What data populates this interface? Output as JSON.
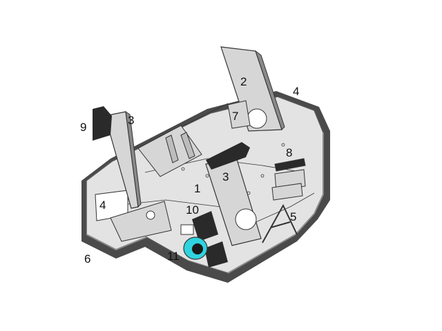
{
  "diagram": {
    "colors": {
      "plate": "#e3e3e3",
      "plate_edge": "#555555",
      "rim": "#4a4a4a",
      "rim_top": "#8a8a8a",
      "panel": "#d6d6d6",
      "dark_part": "#2a2a2a",
      "accent_cyan": "#2fd3df",
      "line": "#333333"
    },
    "labels": [
      {
        "id": "label-1",
        "text": "1"
      },
      {
        "id": "label-2",
        "text": "2"
      },
      {
        "id": "label-3-left",
        "text": "3"
      },
      {
        "id": "label-3-center",
        "text": "3"
      },
      {
        "id": "label-4-right",
        "text": "4"
      },
      {
        "id": "label-4-left",
        "text": "4"
      },
      {
        "id": "label-5",
        "text": "5"
      },
      {
        "id": "label-6",
        "text": "6"
      },
      {
        "id": "label-7",
        "text": "7"
      },
      {
        "id": "label-8",
        "text": "8"
      },
      {
        "id": "label-9",
        "text": "9"
      },
      {
        "id": "label-10",
        "text": "10"
      },
      {
        "id": "label-11",
        "text": "11"
      }
    ]
  }
}
